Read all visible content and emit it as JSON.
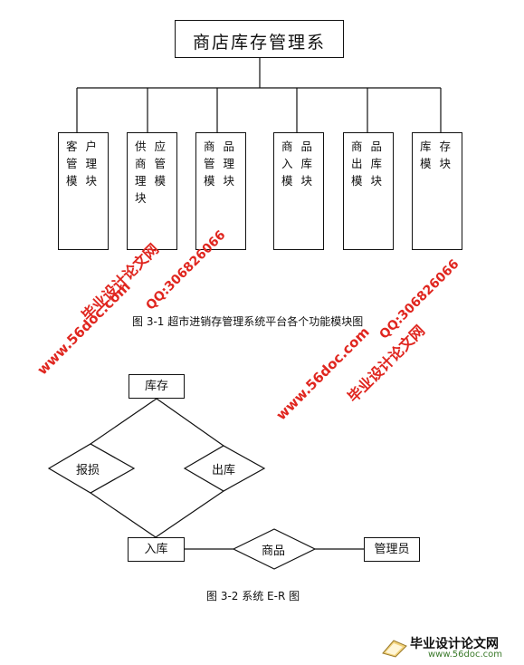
{
  "diagram1": {
    "root": "商店库存管理系",
    "modules": [
      {
        "label": "客户管理模块"
      },
      {
        "label": "供应商管理模块"
      },
      {
        "label": "商品管理模块"
      },
      {
        "label": "商品入库模块"
      },
      {
        "label": "商品出库模块"
      },
      {
        "label": "库存模块"
      }
    ],
    "caption": "图 3-1  超市进销存管理系统平台各个功能模块图"
  },
  "diagram2": {
    "entity_inventory": "库存",
    "rel_loss": "报损",
    "rel_out": "出库",
    "entity_in": "入库",
    "rel_goods": "商品",
    "entity_admin": "管理员",
    "caption": "图 3-2  系统 E-R 图"
  },
  "watermarks": {
    "site_cn": "毕业设计论文网",
    "site_url": "www.56doc.com",
    "qq": "QQ:306826066",
    "footer_cn": "毕业设计论文网",
    "footer_url": "www.56doc.com"
  },
  "colors": {
    "watermark": "#e0261f",
    "line": "#111111"
  }
}
